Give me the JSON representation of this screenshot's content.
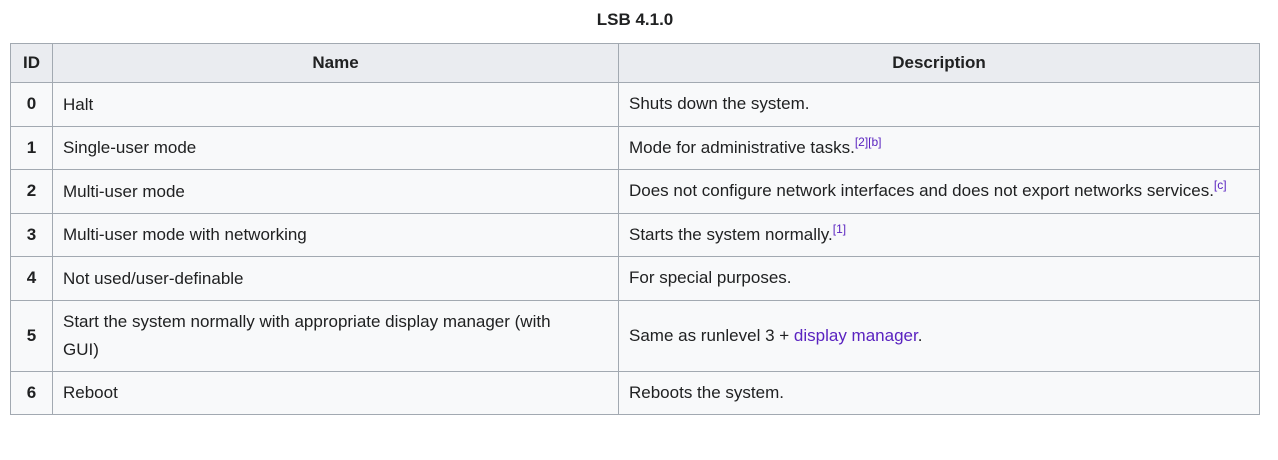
{
  "colors": {
    "table_border": "#a2a9b1",
    "header_background": "#eaecf0",
    "cell_background": "#f8f9fa",
    "text": "#202122",
    "link_visited": "#5a23c0"
  },
  "table": {
    "caption": "LSB 4.1.0",
    "columns": [
      "ID",
      "Name",
      "Description"
    ],
    "rows": [
      {
        "id": "0",
        "name": "Halt",
        "desc_before": "Shuts down the system.",
        "refs": [],
        "desc_after": ""
      },
      {
        "id": "1",
        "name": "Single-user mode",
        "desc_before": "Mode for administrative tasks.",
        "refs": [
          "[2]",
          "[b]"
        ],
        "desc_after": ""
      },
      {
        "id": "2",
        "name": "Multi-user mode",
        "desc_before": "Does not configure network interfaces and does not export networks services.",
        "refs": [
          "[c]"
        ],
        "desc_after": ""
      },
      {
        "id": "3",
        "name": "Multi-user mode with networking",
        "desc_before": "Starts the system normally.",
        "refs": [
          "[1]"
        ],
        "desc_after": ""
      },
      {
        "id": "4",
        "name": "Not used/user-definable",
        "desc_before": "For special purposes.",
        "refs": [],
        "desc_after": ""
      },
      {
        "id": "5",
        "name": "Start the system normally with appropriate display manager (with GUI)",
        "desc_before": "Same as runlevel 3 + ",
        "link": "display manager",
        "refs": [],
        "desc_after": "."
      },
      {
        "id": "6",
        "name": "Reboot",
        "desc_before": "Reboots the system.",
        "refs": [],
        "desc_after": ""
      }
    ]
  }
}
